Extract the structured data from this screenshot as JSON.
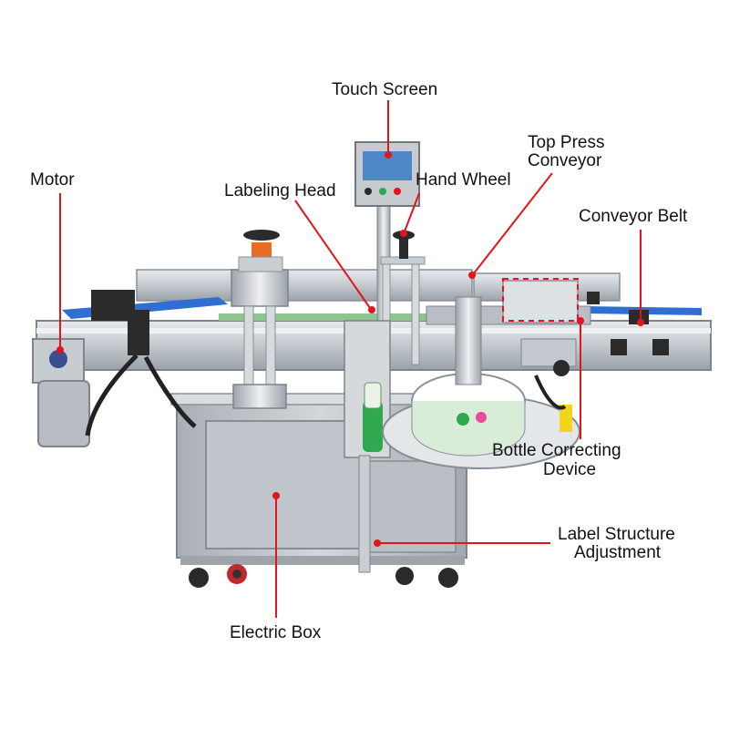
{
  "callouts": {
    "touch_screen": "Touch Screen",
    "top_press_conveyor_line1": "Top Press",
    "top_press_conveyor_line2": "Conveyor",
    "motor": "Motor",
    "labeling_head": "Labeling Head",
    "hand_wheel": "Hand Wheel",
    "conveyor_belt": "Conveyor Belt",
    "bottle_correcting_line1": "Bottle Correcting",
    "bottle_correcting_line2": "Device",
    "label_structure_line1": "Label Structure",
    "label_structure_line2": "Adjustment",
    "electric_box": "Electric Box"
  },
  "colors": {
    "callout_line": "#e3141b",
    "steel": "#c9ced3",
    "steel_dark": "#8d949b",
    "conveyor_belt": "#2e6fd1",
    "screen": "#4f86c6",
    "cabinet": "#b5bbc1"
  }
}
